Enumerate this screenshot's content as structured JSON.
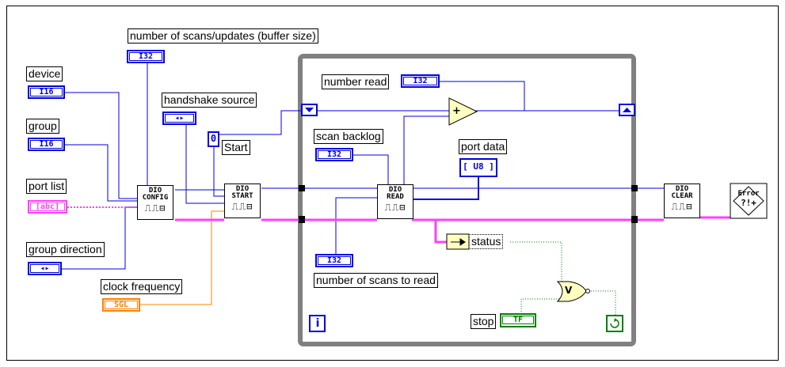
{
  "labels": {
    "buffer_size": "number of scans/updates (buffer size)",
    "device": "device",
    "group": "group",
    "port_list": "port list",
    "group_direction": "group direction",
    "clock_frequency": "clock frequency",
    "handshake_source": "handshake source",
    "start": "Start",
    "number_read": "number read",
    "scan_backlog": "scan backlog",
    "port_data": "port data",
    "status": "status",
    "number_of_scans_to_read": "number of scans to read",
    "stop": "stop"
  },
  "terminals": {
    "i32": "I32",
    "i16": "I16",
    "abc": "[abc]",
    "enum": "◂▸",
    "sgl": "SGL",
    "u8_array": "[ U8 ]",
    "tf": "TF",
    "zero_constant": "0"
  },
  "vis": {
    "dio_config": {
      "line1": "DIO",
      "line2": "CONFIG"
    },
    "dio_start": {
      "line1": "DIO",
      "line2": "START"
    },
    "dio_read": {
      "line1": "DIO",
      "line2": "READ"
    },
    "dio_clear": {
      "line1": "DIO",
      "line2": "CLEAR"
    },
    "error": {
      "line1": "Error",
      "line2": "?!+"
    }
  },
  "loop": {
    "iteration_terminal": "i",
    "add_symbol": "+",
    "or_symbol": "V"
  },
  "colors": {
    "int_wire": "#0000e0",
    "string_wire": "#ff40ff",
    "double_wire": "#ff8000",
    "boolean_wire": "#008000",
    "loop_frame": "#808080"
  }
}
